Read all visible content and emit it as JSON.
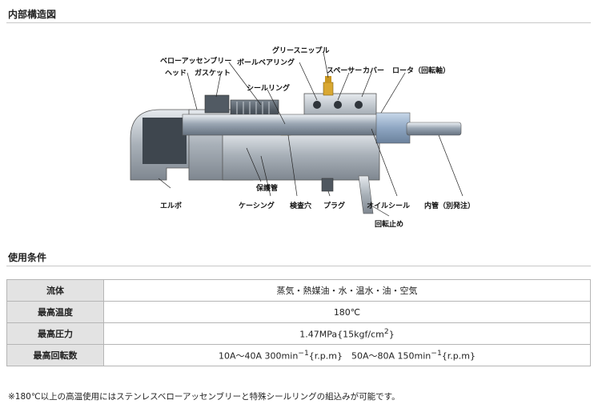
{
  "section1": {
    "title": "内部構造図"
  },
  "diagram_labels": {
    "bellows": "ベローアッセンブリー",
    "grease_nipple": "グリースニップル",
    "ball_bearing": "ボールベアリング",
    "head": "ヘッド",
    "gasket": "ガスケット",
    "spacer": "スペーサー",
    "cover": "カバー",
    "rotor": "ロータ（回転軸）",
    "seal_ring": "シールリング",
    "elbow": "エルボ",
    "protection_tube": "保護管",
    "casing": "ケーシング",
    "inspection_hole": "検査穴",
    "plug": "プラグ",
    "oil_seal": "オイルシール",
    "inner_tube": "内管（別発注）",
    "rotation_stop": "回転止め"
  },
  "section2": {
    "title": "使用条件"
  },
  "spec_rows": [
    {
      "label": "流体",
      "value": "蒸気・熱媒油・水・温水・油・空気"
    },
    {
      "label": "最高温度",
      "value": "180℃"
    },
    {
      "label": "最高圧力",
      "value_prefix": "1.47MPa{15kgf/cm",
      "value_sup": "2",
      "value_suffix": "}"
    },
    {
      "label": "最高回転数",
      "v1": "10A～40A 300min",
      "sup1": "−1",
      "v2": "{r.p.m}　50A～80A 150min",
      "sup2": "−1",
      "v3": "{r.p.m}"
    }
  ],
  "note": "※180℃以上の高温使用にはステンレスベローアッセンブリーと特殊シールリングの組込みが可能です。"
}
